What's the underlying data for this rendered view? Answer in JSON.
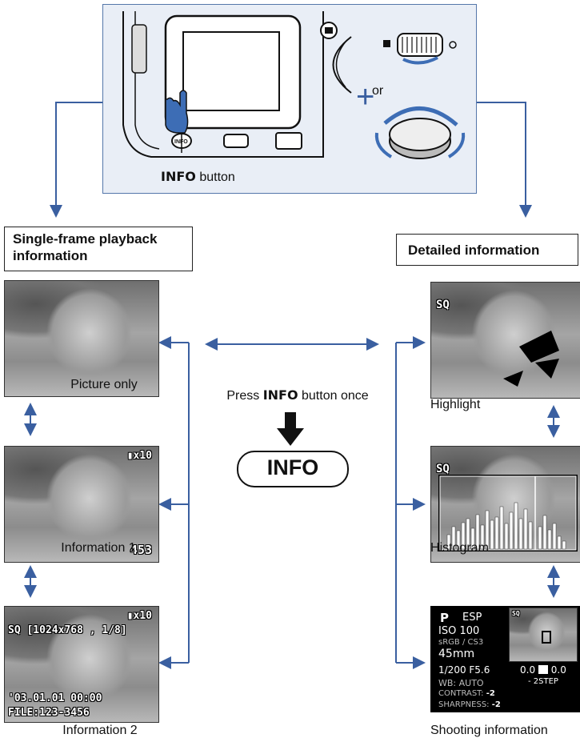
{
  "header": {
    "info_button_caption_bold": "INFO",
    "info_button_caption_rest": " button",
    "or_text": "or",
    "plus": "+"
  },
  "left_title": "Single-frame playback information",
  "right_title": "Detailed information",
  "center": {
    "press_bold": "INFO",
    "press_prefix": "Press ",
    "press_suffix": " button once",
    "info_button_label": "INFO"
  },
  "left_frames": [
    {
      "caption": "Picture only"
    },
    {
      "caption": "Information 1",
      "battery": "▮x10",
      "count": "453"
    },
    {
      "caption": "Information 2",
      "battery": "▮x10",
      "quality": "SQ",
      "resolution": "[1024x768 , 1/8]",
      "date": "'03.01.01  00:00",
      "file": "FILE:123-3456"
    }
  ],
  "right_frames": [
    {
      "caption": "Highlight",
      "quality": "SQ"
    },
    {
      "caption": "Histogram",
      "quality": "SQ"
    },
    {
      "caption": "Shooting information",
      "mode": "P",
      "metering": "ESP",
      "iso": "ISO  100",
      "colorspace": "sRGB / CS3",
      "focal": "45mm",
      "exposure": "1/200  F5.6",
      "comp": "0.0",
      "comp2": "0.0",
      "step": "- 2STEP",
      "wb": "WB: AUTO",
      "contrast_label": "CONTRAST:",
      "contrast_val": "-2",
      "sharpness_label": "SHARPNESS:",
      "sharpness_val": "-2",
      "quality": "SQ"
    }
  ],
  "colors": {
    "arrow": "#3a5fa0",
    "panel_bg": "#e9eef6",
    "panel_border": "#5577aa"
  }
}
